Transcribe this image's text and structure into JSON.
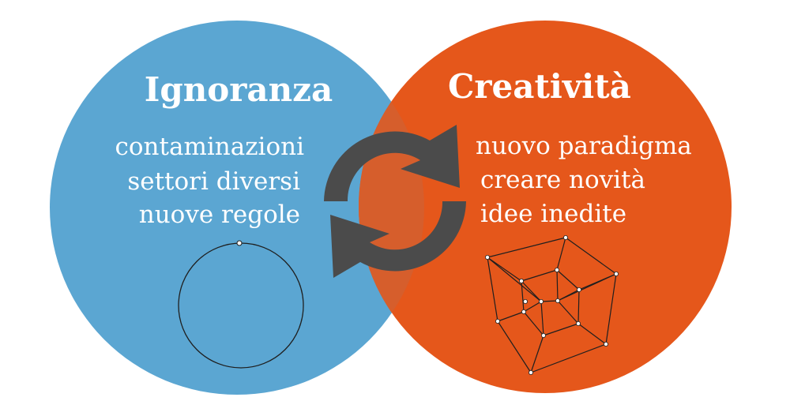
{
  "colors": {
    "left_circle": "#5ba6d2",
    "right_circle": "#e5571b",
    "overlap": "#d65e2c",
    "arrows": "#4b4b4b",
    "text": "#ffffff",
    "figure_lines": "#1f1f1f"
  },
  "left": {
    "title": "Ignoranza",
    "items": [
      "contaminazioni",
      "settori diversi",
      "nuove regole"
    ],
    "figure": "circle"
  },
  "right": {
    "title": "Creatività",
    "items": [
      "nuovo paradigma",
      "creare novità",
      "idee inedite"
    ],
    "figure": "tesseract"
  },
  "center_icon": "refresh-cycle-icon"
}
